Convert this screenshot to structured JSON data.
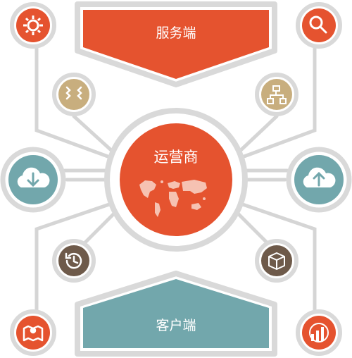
{
  "top_label": "服务端",
  "center_label": "运营商",
  "bottom_label": "客户端",
  "colors": {
    "orange": "#e5532f",
    "teal": "#72a7ac",
    "tan": "#c8ae7e",
    "brown": "#6e5a4a",
    "ring": "#d9d9d9",
    "line": "#d5d5d5"
  },
  "nodes": [
    {
      "id": "settings",
      "icon": "gear-icon",
      "color": "orange"
    },
    {
      "id": "search",
      "icon": "search-icon",
      "color": "orange"
    },
    {
      "id": "compress",
      "icon": "compress-icon",
      "color": "tan"
    },
    {
      "id": "network",
      "icon": "network-icon",
      "color": "tan"
    },
    {
      "id": "download",
      "icon": "cloud-download-icon",
      "color": "teal"
    },
    {
      "id": "upload",
      "icon": "cloud-upload-icon",
      "color": "teal"
    },
    {
      "id": "history",
      "icon": "history-icon",
      "color": "brown"
    },
    {
      "id": "package",
      "icon": "package-icon",
      "color": "brown"
    },
    {
      "id": "map",
      "icon": "map-pin-icon",
      "color": "orange"
    },
    {
      "id": "chart",
      "icon": "bar-chart-icon",
      "color": "orange"
    }
  ]
}
